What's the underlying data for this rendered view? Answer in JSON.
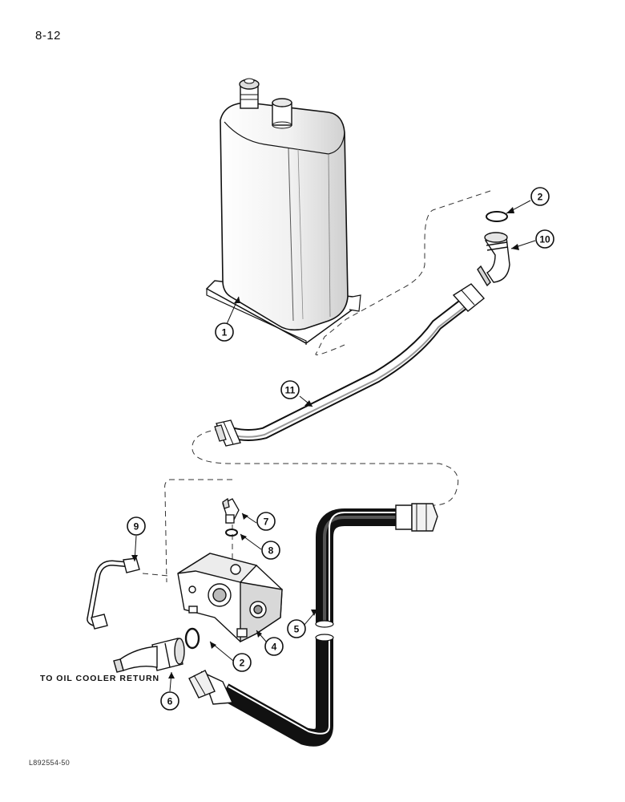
{
  "page_number": "8-12",
  "footer_code": "L892554-50",
  "captions": {
    "oil_cooler": "TO OIL COOLER RETURN"
  },
  "callouts": {
    "reservoir": "1",
    "o_ring_top": "2",
    "o_ring_bottom": "2",
    "pump": "4",
    "hose": "5",
    "fitting_inlet": "6",
    "elbow_fitting": "7",
    "o_ring_small": "8",
    "tube_small": "9",
    "elbow_outlet": "10",
    "tube_long": "11"
  }
}
